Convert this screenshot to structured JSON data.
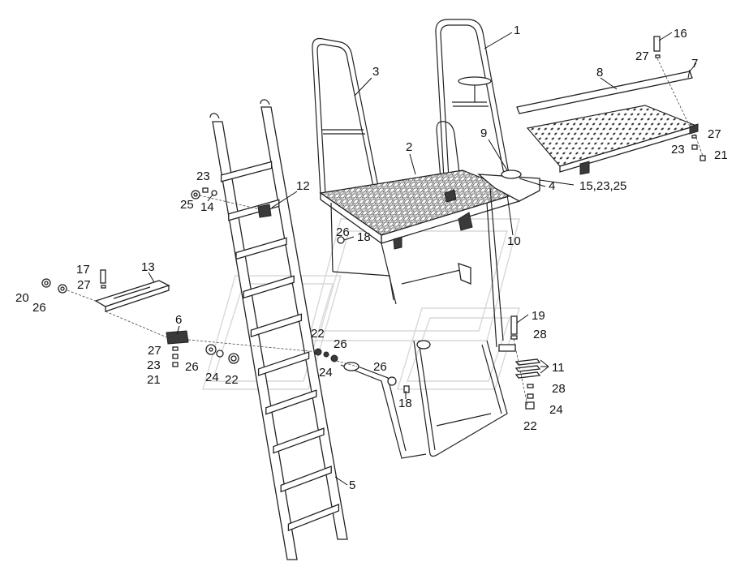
{
  "diagram": {
    "callouts": [
      {
        "id": "c1",
        "text": "1"
      },
      {
        "id": "c2",
        "text": "2"
      },
      {
        "id": "c3",
        "text": "3"
      },
      {
        "id": "c4",
        "text": "4"
      },
      {
        "id": "c5",
        "text": "5"
      },
      {
        "id": "c6",
        "text": "6"
      },
      {
        "id": "c7",
        "text": "7"
      },
      {
        "id": "c8",
        "text": "8"
      },
      {
        "id": "c9",
        "text": "9"
      },
      {
        "id": "c10",
        "text": "10"
      },
      {
        "id": "c11",
        "text": "11"
      },
      {
        "id": "c12",
        "text": "12"
      },
      {
        "id": "c13",
        "text": "13"
      },
      {
        "id": "c14",
        "text": "14"
      },
      {
        "id": "c15",
        "text": "15,23,25"
      },
      {
        "id": "c16",
        "text": "16"
      },
      {
        "id": "c17",
        "text": "17"
      },
      {
        "id": "c18a",
        "text": "18"
      },
      {
        "id": "c18b",
        "text": "18"
      },
      {
        "id": "c19",
        "text": "19"
      },
      {
        "id": "c20",
        "text": "20"
      },
      {
        "id": "c21a",
        "text": "21"
      },
      {
        "id": "c21b",
        "text": "21"
      },
      {
        "id": "c22a",
        "text": "22"
      },
      {
        "id": "c22b",
        "text": "22"
      },
      {
        "id": "c22c",
        "text": "22"
      },
      {
        "id": "c23a",
        "text": "23"
      },
      {
        "id": "c23b",
        "text": "23"
      },
      {
        "id": "c23c",
        "text": "23"
      },
      {
        "id": "c24a",
        "text": "24"
      },
      {
        "id": "c24b",
        "text": "24"
      },
      {
        "id": "c24c",
        "text": "24"
      },
      {
        "id": "c25",
        "text": "25"
      },
      {
        "id": "c26a",
        "text": "26"
      },
      {
        "id": "c26b",
        "text": "26"
      },
      {
        "id": "c26c",
        "text": "26"
      },
      {
        "id": "c26d",
        "text": "26"
      },
      {
        "id": "c26e",
        "text": "26"
      },
      {
        "id": "c27a",
        "text": "27"
      },
      {
        "id": "c27b",
        "text": "27"
      },
      {
        "id": "c27c",
        "text": "27"
      },
      {
        "id": "c27d",
        "text": "27"
      },
      {
        "id": "c28a",
        "text": "28"
      },
      {
        "id": "c28b",
        "text": "28"
      }
    ]
  }
}
